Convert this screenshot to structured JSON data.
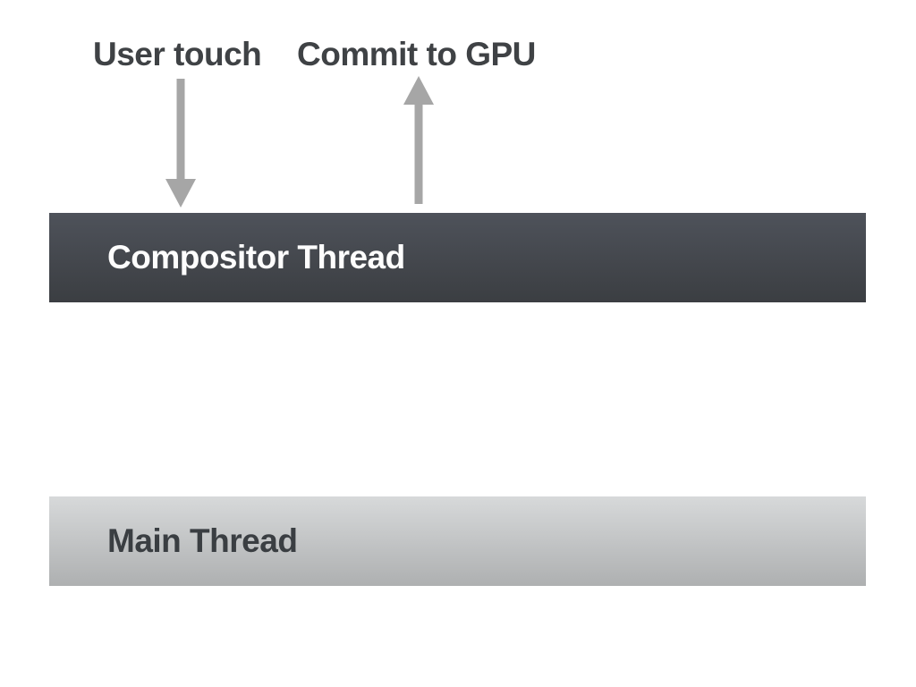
{
  "annotations": [
    {
      "id": "user_touch",
      "text": "User touch",
      "arrow_direction": "down",
      "arrow_target": "Compositor Thread"
    },
    {
      "id": "commit_to_gpu",
      "text": "Commit to GPU",
      "arrow_direction": "up",
      "arrow_source": "Compositor Thread"
    }
  ],
  "bars": [
    {
      "id": "compositor_thread",
      "label": "Compositor Thread",
      "style": "dark-gradient"
    },
    {
      "id": "main_thread",
      "label": "Main Thread",
      "style": "light-gradient"
    }
  ],
  "colors": {
    "background": "#ffffff",
    "label-text": "#3f4245",
    "arrow": "#a6a6a6",
    "compositor-top": "#4e525a",
    "compositor-bottom": "#3b3e42",
    "compositor-text": "#fdfdfd",
    "main-top": "#d7d9da",
    "main-bottom": "#aeb0b1",
    "main-text": "#3a3e42"
  }
}
